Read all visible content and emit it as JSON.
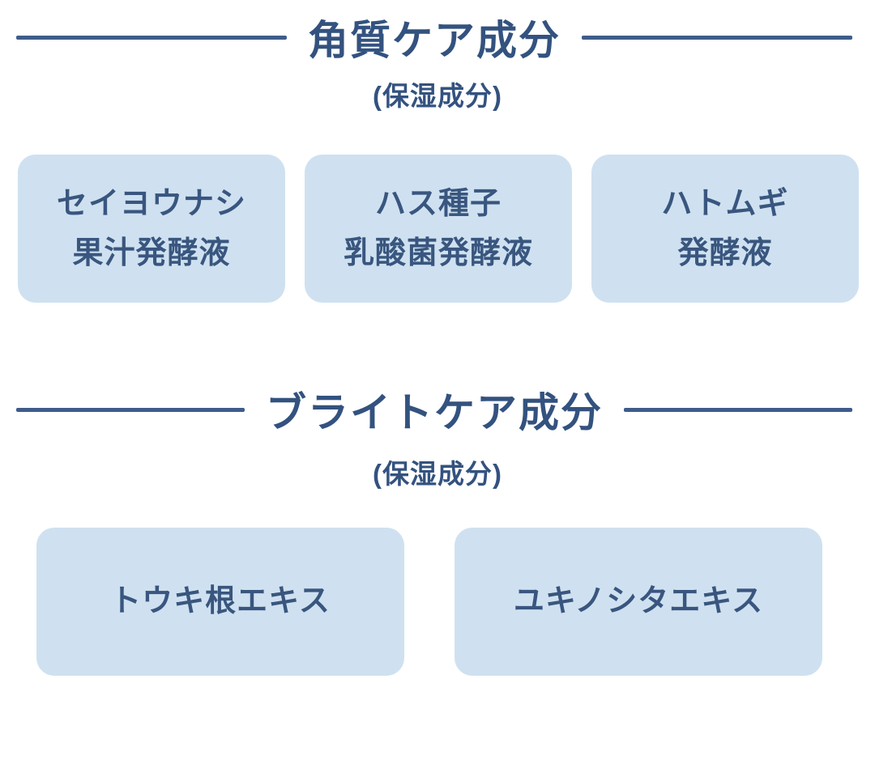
{
  "page": {
    "background_color": "#ffffff",
    "title_text_color": "#33527f",
    "divider_line_color": "#3e5c8a",
    "box_fill_color": "#cfe1f0",
    "box_text_color": "#39567f"
  },
  "sections": [
    {
      "title": "角質ケア成分",
      "subtitle": "(保湿成分)",
      "boxes": [
        {
          "line1": "セイヨウナシ",
          "line2": "果汁発酵液"
        },
        {
          "line1": "ハス種子",
          "line2": "乳酸菌発酵液"
        },
        {
          "line1": "ハトムギ",
          "line2": "発酵液"
        }
      ]
    },
    {
      "title": "ブライトケア成分",
      "subtitle": "(保湿成分)",
      "boxes": [
        {
          "line1": "トウキ根エキス",
          "line2": ""
        },
        {
          "line1": "ユキノシタエキス",
          "line2": ""
        }
      ]
    }
  ]
}
